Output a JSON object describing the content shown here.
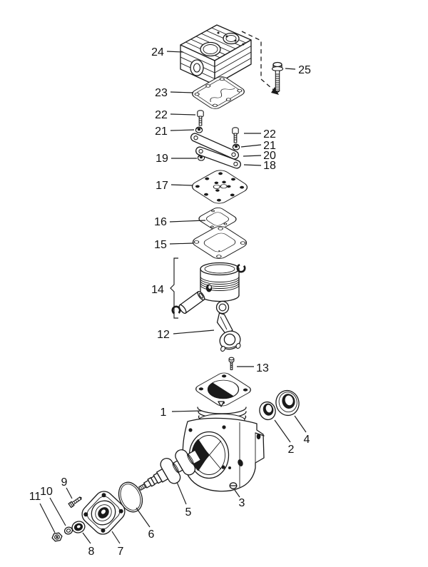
{
  "figure": {
    "type": "exploded-parts-diagram",
    "colors": {
      "ink": "#1a1a1a",
      "paper": "#ffffff"
    },
    "callouts": [
      {
        "label": "24"
      },
      {
        "label": "25"
      },
      {
        "label": "23"
      },
      {
        "label": "22"
      },
      {
        "label": "21"
      },
      {
        "label": "22"
      },
      {
        "label": "21"
      },
      {
        "label": "20"
      },
      {
        "label": "19"
      },
      {
        "label": "18"
      },
      {
        "label": "17"
      },
      {
        "label": "16"
      },
      {
        "label": "15"
      },
      {
        "label": "14"
      },
      {
        "label": "12"
      },
      {
        "label": "13"
      },
      {
        "label": "1"
      },
      {
        "label": "2"
      },
      {
        "label": "4"
      },
      {
        "label": "3"
      },
      {
        "label": "5"
      },
      {
        "label": "6"
      },
      {
        "label": "7"
      },
      {
        "label": "8"
      },
      {
        "label": "9"
      },
      {
        "label": "10"
      },
      {
        "label": "11"
      }
    ]
  }
}
